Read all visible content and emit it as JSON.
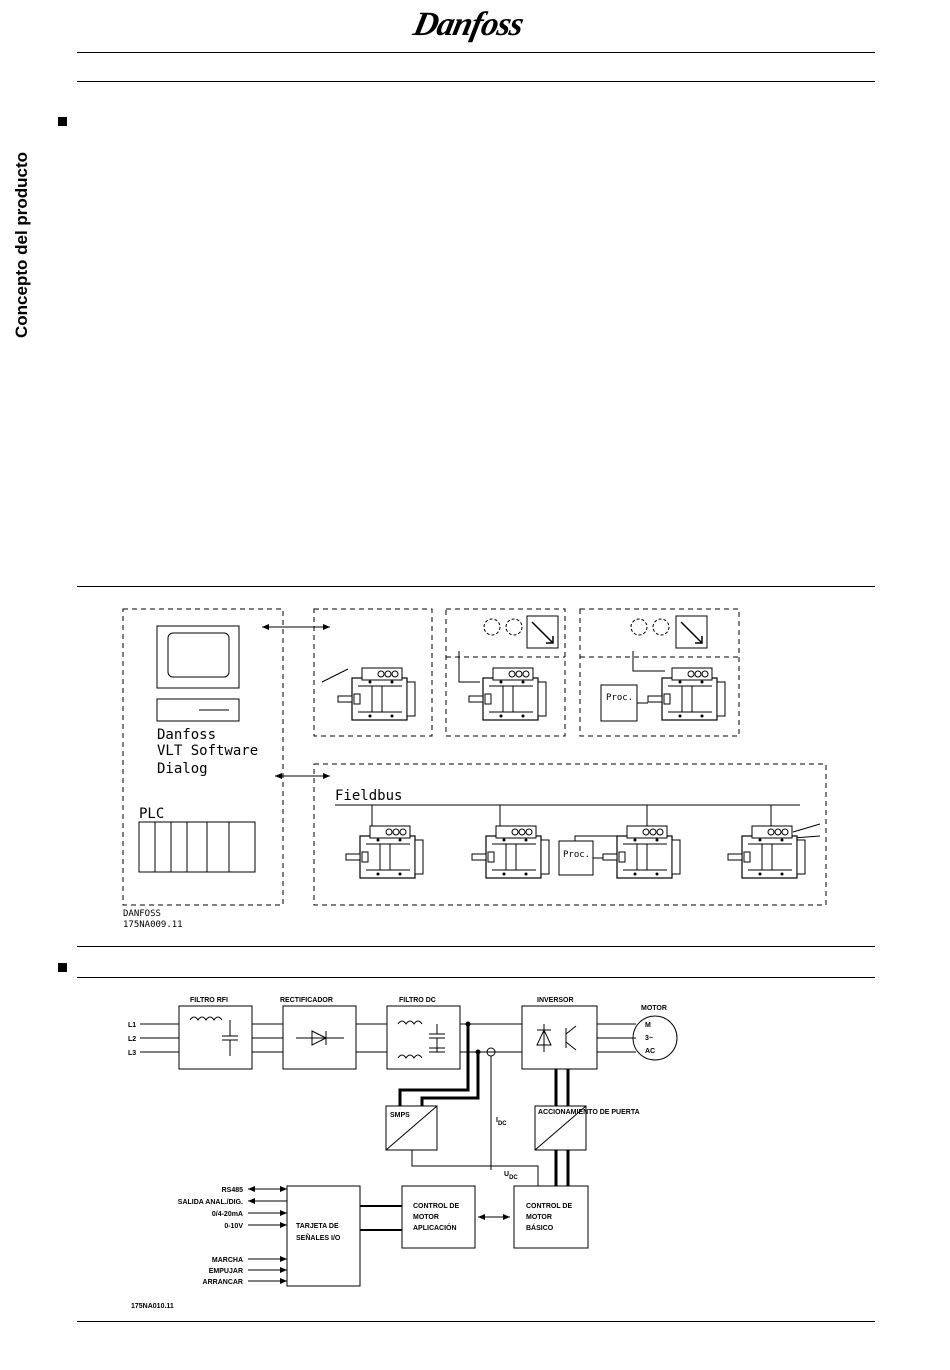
{
  "header": {
    "brand": "Danfoss"
  },
  "sidebar": {
    "section_title": "Concepto del producto"
  },
  "diagram1": {
    "pc_brand": "Danfoss",
    "pc_software": "VLT Software",
    "pc_dialog": "Dialog",
    "plc_label": "PLC",
    "fieldbus_label": "Fieldbus",
    "proc_label": "Proc.",
    "footer_brand": "DANFOSS",
    "footer_code": "175NA009.11"
  },
  "diagram2": {
    "inputs": [
      "L1",
      "L2",
      "L3"
    ],
    "blocks": {
      "rfi": "FILTRO RFI",
      "rect": "RECTIFICADOR",
      "dc": "FILTRO DC",
      "inv": "INVERSOR",
      "motor": "MOTOR",
      "motor_m": "M",
      "motor_3": "3~",
      "motor_ac": "AC",
      "smps": "SMPS",
      "gate": "ACCIONAMIENTO DE PUERTA",
      "io_line1": "TARJETA DE",
      "io_line2": "SEÑALES I/O",
      "app_line1": "CONTROL DE",
      "app_line2": "MOTOR",
      "app_line3": "APLICACIÓN",
      "basic_line1": "CONTROL DE",
      "basic_line2": "MOTOR",
      "basic_line3": "BÁSICO"
    },
    "idc": "I",
    "idc_sub": "DC",
    "udc": "U",
    "udc_sub": "DC",
    "signals": [
      "RS485",
      "SALIDA ANAL./DIG.",
      "0/4-20mA",
      "0-10V",
      "MARCHA",
      "EMPUJAR",
      "ARRANCAR"
    ],
    "code": "175NA010.11"
  }
}
